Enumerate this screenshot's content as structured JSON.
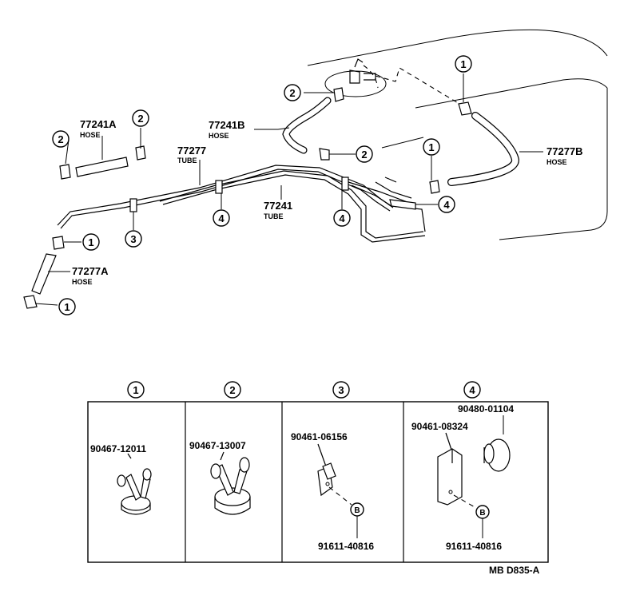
{
  "parts": {
    "hose_77241A": "77241A",
    "hose_77241B": "77241B",
    "tube_77277": "77277",
    "tube_77241": "77241",
    "hose_77277B": "77277B",
    "hose_77277A": "77277A",
    "word_hose": "HOSE",
    "word_tube": "TUBE"
  },
  "callouts": {
    "c1": "1",
    "c2": "2",
    "c3": "3",
    "c4": "4"
  },
  "legend": {
    "box1": {
      "num": "1",
      "part": "90467-12011"
    },
    "box2": {
      "num": "2",
      "part": "90467-13007"
    },
    "box3": {
      "num": "3",
      "part": "90461-06156",
      "part2": "91611-40816",
      "bolt": "B"
    },
    "box4": {
      "num": "4",
      "part": "90461-08324",
      "part_top": "90480-01104",
      "part2": "91611-40816",
      "bolt": "B"
    }
  },
  "figure_code": "MB D835-A"
}
